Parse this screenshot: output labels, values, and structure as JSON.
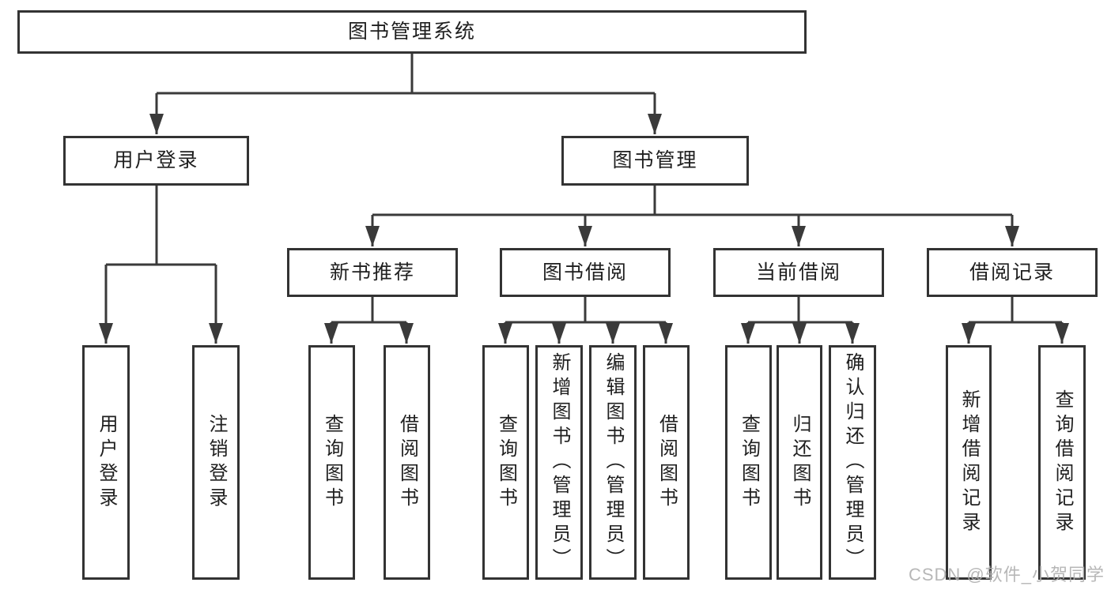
{
  "colors": {
    "box_border": "#333333",
    "connector": "#3a3a3a",
    "text": "#1f1f1f",
    "watermark": "#afafaf"
  },
  "watermark": {
    "text": "CSDN @软件_小贺同学"
  },
  "tree": {
    "root": {
      "label": "图书管理系统"
    },
    "level2": [
      {
        "label": "用户登录"
      },
      {
        "label": "图书管理"
      }
    ],
    "level3": [
      {
        "label": "新书推荐",
        "parent": "图书管理"
      },
      {
        "label": "图书借阅",
        "parent": "图书管理"
      },
      {
        "label": "当前借阅",
        "parent": "图书管理"
      },
      {
        "label": "借阅记录",
        "parent": "图书管理"
      }
    ],
    "leaves": [
      {
        "label": "用户登录",
        "parent": "用户登录"
      },
      {
        "label": "注销登录",
        "parent": "用户登录"
      },
      {
        "label": "查询图书",
        "parent": "新书推荐"
      },
      {
        "label": "借阅图书",
        "parent": "新书推荐"
      },
      {
        "label": "查询图书",
        "parent": "图书借阅"
      },
      {
        "label": "新增图书（管理员）",
        "parent": "图书借阅"
      },
      {
        "label": "编辑图书（管理员）",
        "parent": "图书借阅"
      },
      {
        "label": "借阅图书",
        "parent": "图书借阅"
      },
      {
        "label": "查询图书",
        "parent": "当前借阅"
      },
      {
        "label": "归还图书",
        "parent": "当前借阅"
      },
      {
        "label": "确认归还（管理员）",
        "parent": "当前借阅"
      },
      {
        "label": "新增借阅记录",
        "parent": "借阅记录"
      },
      {
        "label": "查询借阅记录",
        "parent": "借阅记录"
      }
    ]
  }
}
